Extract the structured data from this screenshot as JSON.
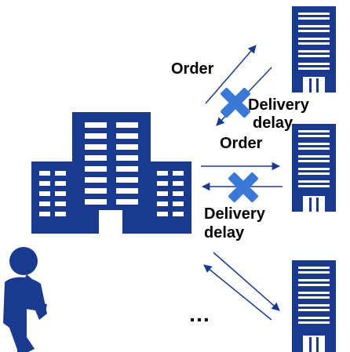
{
  "colors": {
    "building": "#1a3a8f",
    "window": "#ffffff",
    "arrow": "#1a3a8f",
    "cross": "#3a78d8",
    "text": "#000000"
  },
  "labels": {
    "top_order": "Order",
    "top_delay_line1": "Delivery",
    "top_delay_line2": "delay",
    "mid_order": "Order",
    "mid_delay_line1": "Delivery",
    "mid_delay_line2": "delay",
    "ellipsis": "…"
  },
  "icons": {
    "main": "large-office-building-icon",
    "supplier": "supplier-building-icon",
    "person": "worried-person-icon",
    "cross": "x-mark-icon"
  }
}
